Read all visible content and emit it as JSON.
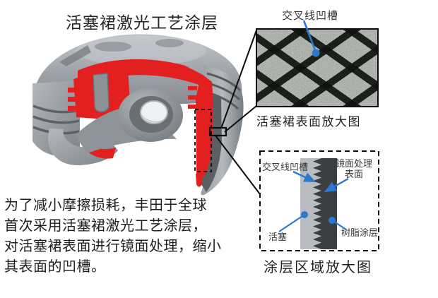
{
  "figure": {
    "title": "活塞裙激光工艺涂层",
    "description": "为了减小摩擦损耗，丰田于全球\n首次采用活塞裙激光工艺涂层，\n对活塞裙表面进行镜面处理，缩小\n其表面的凹槽。"
  },
  "surface_panel": {
    "pointer_label": "交叉线凹槽",
    "caption": "活塞裙表面放大图"
  },
  "coating_panel": {
    "caption": "涂层区域放大图",
    "label_groove": "交叉线凹槽",
    "label_mirror": "镜面处理\n表面",
    "label_piston": "活塞",
    "label_resin": "树脂涂层"
  },
  "colors": {
    "leader_blue": "#2979d1",
    "cut_red": "#e3201f",
    "piston_gray": "#9aa0a6",
    "skirt_dark_gray": "#5c6065",
    "resin_dark": "#3c3f42",
    "piston_bar_light": "#b9bdc1",
    "callout_black": "#0d0d0d"
  }
}
